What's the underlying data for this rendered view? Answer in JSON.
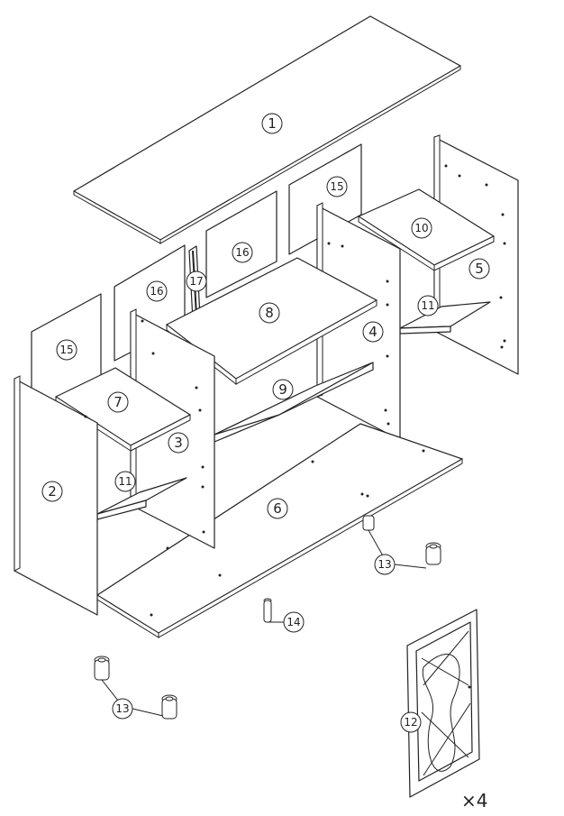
{
  "parts": {
    "p1": "1",
    "p2": "2",
    "p3": "3",
    "p4": "4",
    "p5": "5",
    "p6": "6",
    "p7": "7",
    "p8": "8",
    "p9": "9",
    "p10": "10",
    "p11a": "11",
    "p11b": "11",
    "p12": "12",
    "p13a": "13",
    "p13b": "13",
    "p14": "14",
    "p15a": "15",
    "p15b": "15",
    "p16a": "16",
    "p16b": "16",
    "p17": "17"
  },
  "quantity_label": "×4"
}
